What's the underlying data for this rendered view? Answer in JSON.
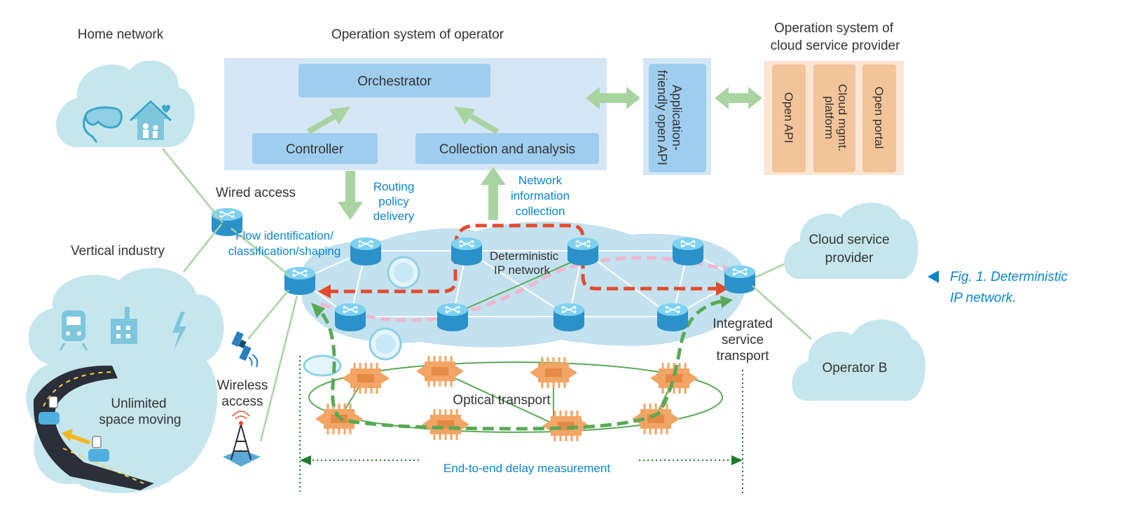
{
  "colors": {
    "cloud": "#c6e6ee",
    "op_panel": "#d5e7f5",
    "op_box": "#9fcdee",
    "cloud_panel": "#fbe5d4",
    "cloud_box": "#f3c49a",
    "green_arrow": "#a9d4a2",
    "blue_text": "#0c85cc",
    "red_path": "#e24b2c",
    "pink_path": "#f1b6cf",
    "green_path": "#59a956",
    "ip_area": "#b8dcec",
    "optical": "#f2a565",
    "dark_green": "#1d7a2f"
  },
  "icons": [
    "vr-headset-icon",
    "home-icon",
    "train-icon",
    "factory-icon",
    "lightning-icon",
    "satellite-icon",
    "cell-tower-icon",
    "car-icon",
    "router-icon",
    "optical-node-icon"
  ],
  "labels": {
    "home_network": "Home network",
    "vertical_industry": "Vertical industry",
    "unlimited_line1": "Unlimited",
    "unlimited_line2": "space moving",
    "op_system": "Operation system of operator",
    "orchestrator": "Orchestrator",
    "controller": "Controller",
    "collection": "Collection and analysis",
    "api_line1": "Application-",
    "api_line2": "friendly open API",
    "csp_line1": "Operation system of",
    "csp_line2": "cloud service provider",
    "open_api": "Open API",
    "cloud_mgmt_line1": "Cloud mgmt.",
    "cloud_mgmt_line2": "platform",
    "open_portal": "Open portal",
    "wired_access": "Wired access",
    "flow_line1": "Flow identification/",
    "flow_line2": "classification/shaping",
    "routing_line1": "Routing",
    "routing_line2": "policy",
    "routing_line3": "delivery",
    "netinfo_line1": "Network",
    "netinfo_line2": "information",
    "netinfo_line3": "collection",
    "det_line1": "Deterministic",
    "det_line2": "IP network",
    "wireless_line1": "Wireless",
    "wireless_line2": "access",
    "optical": "Optical transport",
    "integrated_line1": "Integrated",
    "integrated_line2": "service",
    "integrated_line3": "transport",
    "csp_cloud_line1": "Cloud service",
    "csp_cloud_line2": "provider",
    "operator_b": "Operator B",
    "e2e": "End-to-end delay measurement",
    "fig_line1": "Fig. 1. Deterministic",
    "fig_line2": "IP network."
  }
}
